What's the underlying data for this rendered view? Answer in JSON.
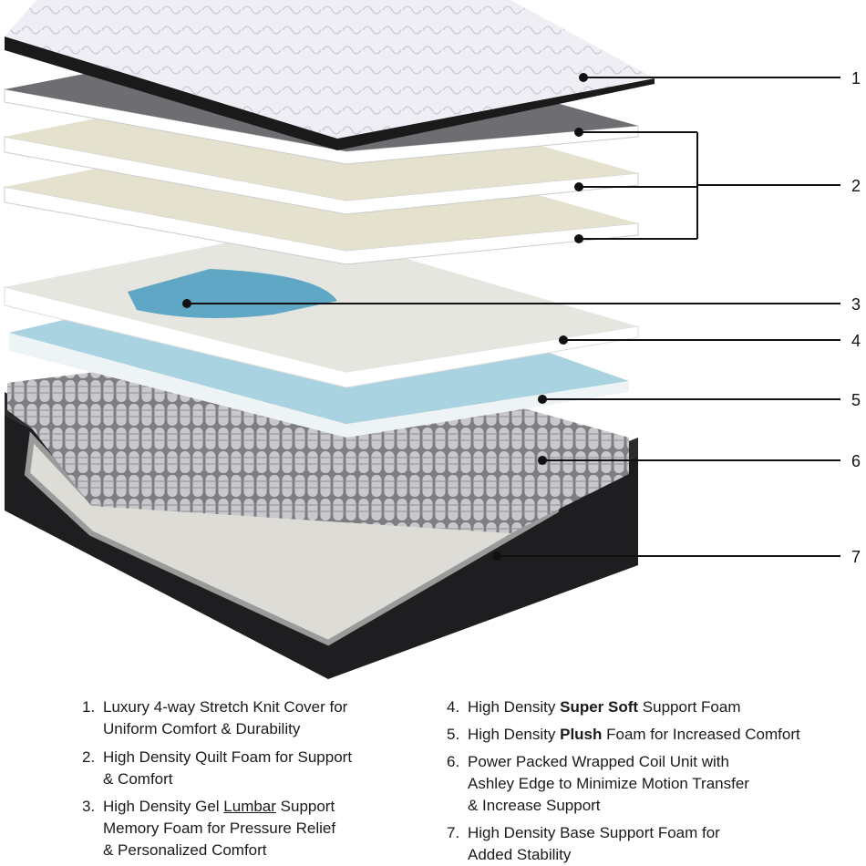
{
  "callouts": [
    "1",
    "2",
    "3",
    "4",
    "5",
    "6",
    "7"
  ],
  "colors": {
    "cover": "#e9e9f0",
    "grey_foam": "#6e6e72",
    "cream_foam": "#e4e2cf",
    "support_foam": "#e6e6e0",
    "gel": "#5fa7c4",
    "plush_foam": "#a9d3e0",
    "coil": "#9a9a9e",
    "base": "#1e1e20"
  },
  "legend": {
    "item1": {
      "number": "1.",
      "line1": "Luxury 4-way Stretch Knit Cover for",
      "line2": "Uniform Comfort & Durability"
    },
    "item2": {
      "number": "2.",
      "line1": "High Density Quilt Foam for Support",
      "line2": "& Comfort"
    },
    "item3": {
      "number": "3.",
      "pre": "High Density Gel ",
      "underlined": "Lumbar",
      "post": " Support",
      "line2": "Memory Foam for Pressure Relief",
      "line3": "& Personalized Comfort"
    },
    "item4": {
      "number": "4.",
      "pre": "High Density ",
      "bold": "Super Soft",
      "post": " Support Foam"
    },
    "item5": {
      "number": "5.",
      "pre": "High Density ",
      "bold": "Plush",
      "post": " Foam for Increased Comfort"
    },
    "item6": {
      "number": "6.",
      "line1": "Power Packed Wrapped Coil Unit with",
      "line2": "Ashley Edge to Minimize Motion Transfer",
      "line3": "& Increase Support"
    },
    "item7": {
      "number": "7.",
      "line1": "High Density Base Support Foam for",
      "line2": "Added Stability"
    }
  }
}
